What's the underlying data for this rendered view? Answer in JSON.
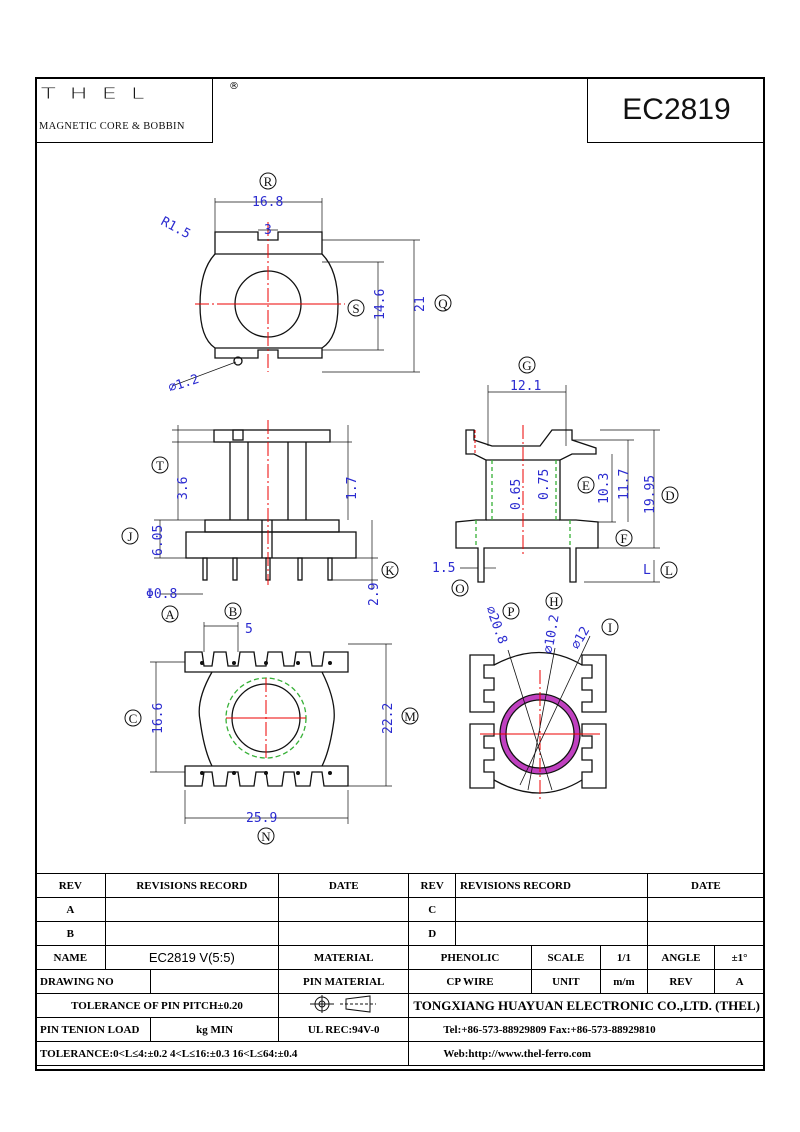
{
  "header": {
    "logo_text": "THEL",
    "logo_registered": "®",
    "logo_subtitle": "MAGNETIC CORE & BOBBIN",
    "part_number": "EC2819"
  },
  "dimensions": {
    "top_width": "16.8",
    "slot_width": "3",
    "corner_radius": "R1.5",
    "inner_height": "14.6",
    "outer_height": "21",
    "hole_dia": "⌀1.2",
    "side_t": "3.6",
    "side_17": "1.7",
    "side_j": "6.05",
    "side_k": "2.9",
    "pin_dia": "Φ0.8",
    "front_g": "12.1",
    "front_065": "0.65",
    "front_075": "0.75",
    "front_e": "10.3",
    "front_117": "11.7",
    "front_d": "19.95",
    "front_o": "1.5",
    "front_l": "L",
    "bottom_b": "5",
    "bottom_c": "16.6",
    "bottom_m": "22.2",
    "bottom_n": "25.9",
    "circle_p": "⌀20.8",
    "circle_h": "⌀10.2",
    "circle_i": "⌀12"
  },
  "callouts": {
    "R": "R",
    "S": "S",
    "Q": "Q",
    "T": "T",
    "J": "J",
    "K": "K",
    "A": "A",
    "B": "B",
    "C": "C",
    "M": "M",
    "N": "N",
    "G": "G",
    "E": "E",
    "F": "F",
    "D": "D",
    "O": "O",
    "L": "L",
    "P": "P",
    "H": "H",
    "I": "I"
  },
  "colors": {
    "dimension": "#2b2bd0",
    "centerline": "#e00000",
    "hidden": "#36b036",
    "coil": "#c040c0"
  },
  "title_block": {
    "rev_header": "REV",
    "revisions_header": "REVISIONS RECORD",
    "date_header": "DATE",
    "rev_a": "A",
    "rev_b": "B",
    "rev_c": "C",
    "rev_d": "D",
    "name_label": "NAME",
    "name_value": "EC2819 V(5:5)",
    "material_label": "MATERIAL",
    "material_value": "PHENOLIC",
    "scale_label": "SCALE",
    "scale_value": "1/1",
    "angle_label": "ANGLE",
    "angle_value": "±1°",
    "drawing_no_label": "DRAWING NO",
    "pin_material_label": "PIN MATERIAL",
    "cp_wire": "CP WIRE",
    "unit_label": "UNIT",
    "unit_value": "m/m",
    "rev_label": "REV",
    "rev_value": "A",
    "tolerance_pitch": "TOLERANCE OF PIN PITCH±0.20",
    "company": "TONGXIANG HUAYUAN ELECTRONIC CO.,LTD.  (THEL)",
    "pin_tension_label": "PIN TENION LOAD",
    "pin_tension_unit": "kg MIN",
    "ul_rec": "UL REC:94V-0",
    "contact": "Tel:+86-573-88929809 Fax:+86-573-88929810",
    "tolerance": "TOLERANCE:0<L≤4:±0.2  4<L≤16:±0.3  16<L≤64:±0.4",
    "web": "Web:http://www.thel-ferro.com"
  }
}
